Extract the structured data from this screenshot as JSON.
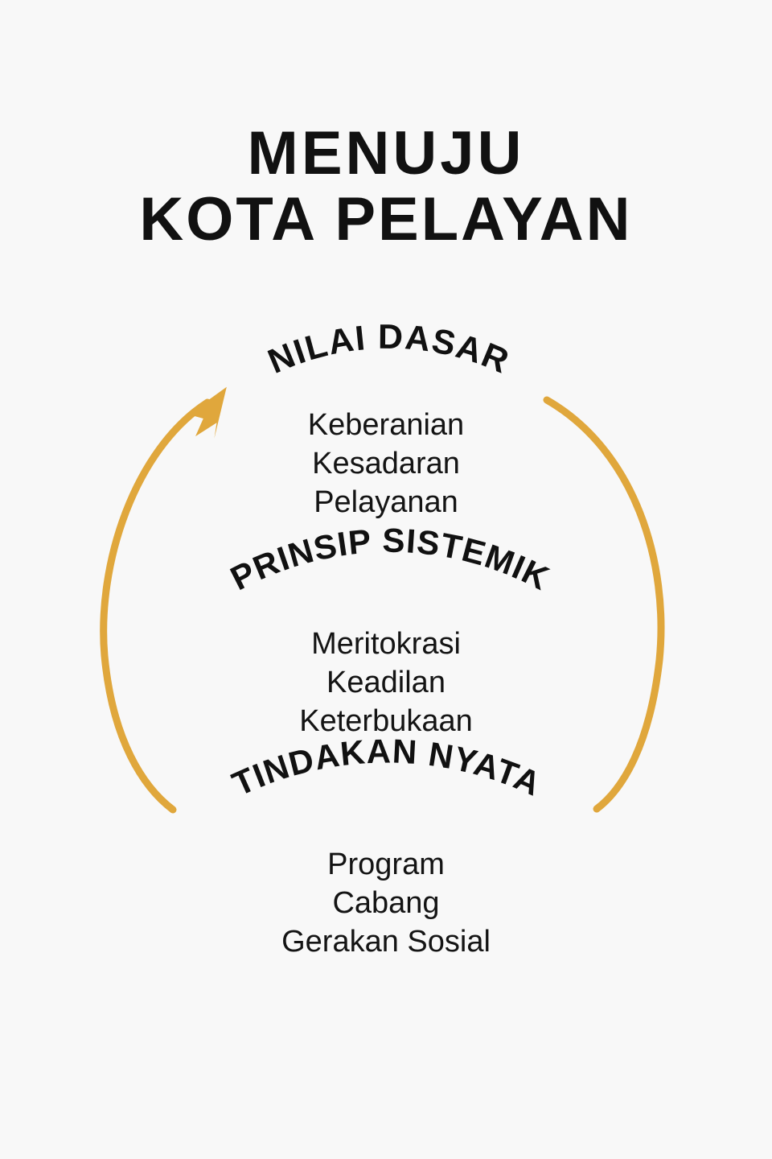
{
  "page": {
    "background_color": "#f8f8f8",
    "text_color": "#111111",
    "accent_color": "#e0a73c"
  },
  "title": {
    "line1": "MENUJU",
    "line2": "KOTA PELAYAN"
  },
  "cycle": {
    "arrow_direction": "counterclockwise",
    "arc_color": "#e0a73c",
    "stages": [
      {
        "id": "nilai-dasar",
        "heading": "NILAI DASAR",
        "items": [
          "Keberanian",
          "Kesadaran",
          "Pelayanan"
        ]
      },
      {
        "id": "prinsip-sistemik",
        "heading": "PRINSIP SISTEMIK",
        "items": [
          "Meritokrasi",
          "Keadilan",
          "Keterbukaan"
        ]
      },
      {
        "id": "tindakan-nyata",
        "heading": "TINDAKAN NYATA",
        "items": [
          "Program",
          "Cabang",
          "Gerakan Sosial"
        ]
      }
    ]
  }
}
